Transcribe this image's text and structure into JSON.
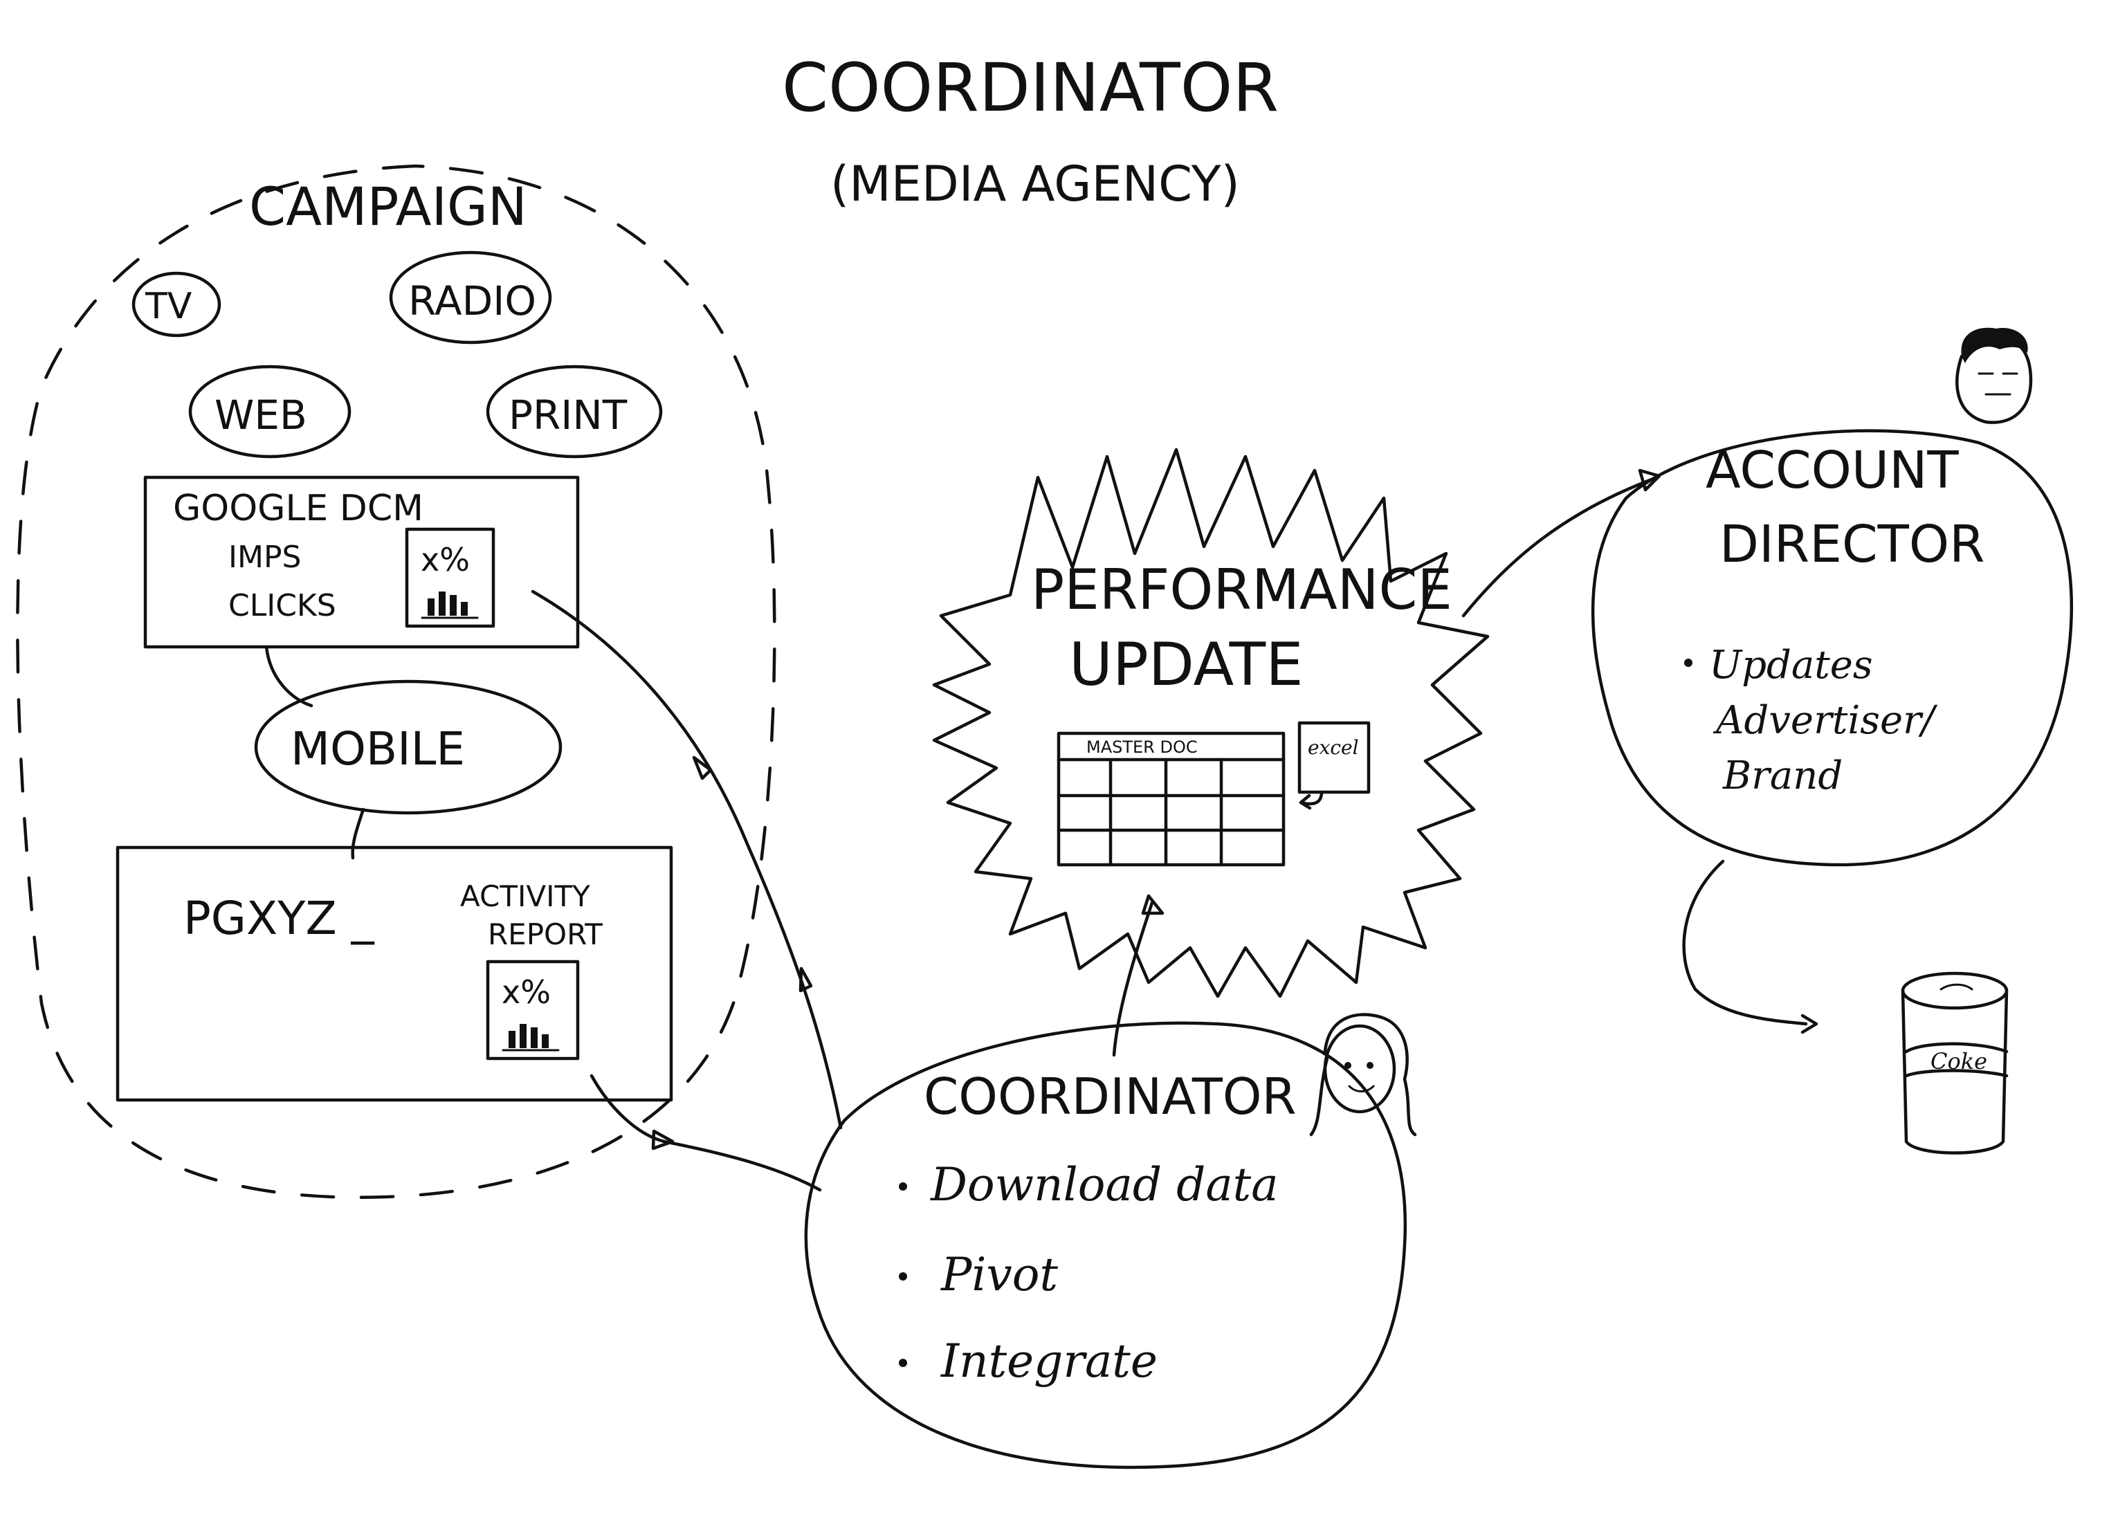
{
  "title": {
    "line1": "COORDINATOR",
    "line2": "(MEDIA AGENCY)"
  },
  "campaign": {
    "label": "CAMPAIGN",
    "channels": {
      "tv": "TV",
      "radio": "RADIO",
      "web": "WEB",
      "print": "PRINT",
      "mobile": "MOBILE"
    },
    "google_dcm": {
      "title": "GOOGLE DCM",
      "line1": "IMPS",
      "line2": "CLICKS",
      "chart_label": "x%"
    },
    "pgxyz": {
      "title": "PGXYZ _",
      "report_line1": "ACTIVITY",
      "report_line2": "REPORT",
      "chart_label": "x%"
    }
  },
  "performance": {
    "line1": "PERFORMANCE",
    "line2": "UPDATE",
    "doc_label": "MASTER DOC",
    "excel_label": "excel"
  },
  "coordinator": {
    "title": "COORDINATOR",
    "bullets": [
      "Download data",
      "Pivot",
      "Integrate"
    ]
  },
  "account_director": {
    "line1": "ACCOUNT",
    "line2": "DIRECTOR",
    "bullet_line1": "Updates",
    "bullet_line2": "Advertiser/",
    "bullet_line3": "Brand"
  },
  "can": {
    "label": "Coke"
  }
}
